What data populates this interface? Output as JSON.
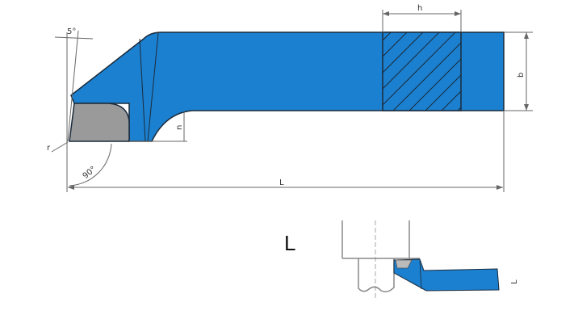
{
  "colors": {
    "tool_body": "#1c80d0",
    "insert": "#9a9a9a",
    "outline": "#1a2a3a"
  },
  "top_view": {
    "angle_top": "5°",
    "radius": "r",
    "angle_bottom": "90°",
    "neck_height": "n",
    "total_length": "L",
    "shank_height": "h",
    "shank_width": "b"
  },
  "side_view": {
    "caption": "L",
    "length_label": "L"
  }
}
